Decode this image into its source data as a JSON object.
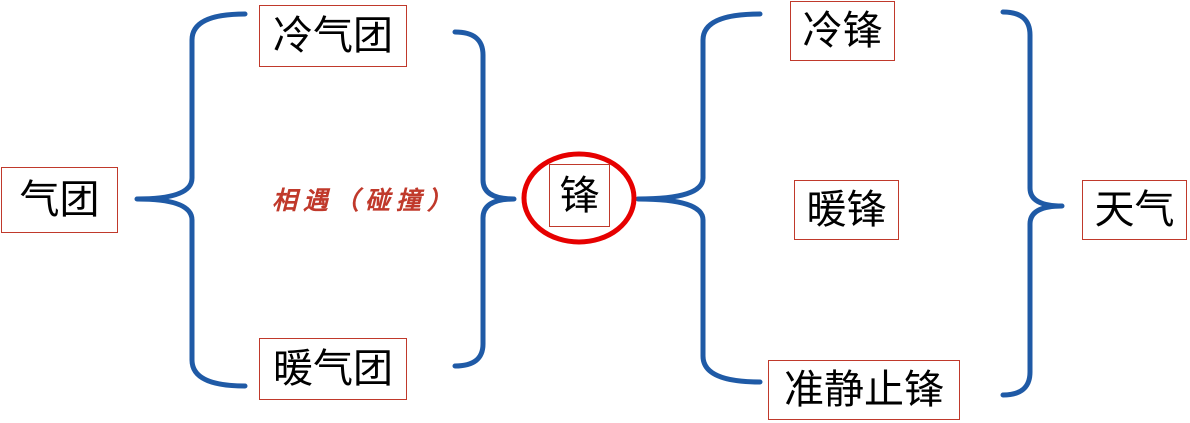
{
  "nodes": {
    "air_mass": "气团",
    "cold_air_mass": "冷气团",
    "warm_air_mass": "暖气团",
    "front": "锋",
    "cold_front": "冷锋",
    "warm_front": "暖锋",
    "stationary_front": "准静止锋",
    "weather": "天气"
  },
  "labels": {
    "meet": "相遇（碰撞）"
  },
  "colors": {
    "bracket": "#1f5aa6",
    "box_border": "#c0392b",
    "label_red": "#c0392b",
    "circle": "#e60000"
  }
}
